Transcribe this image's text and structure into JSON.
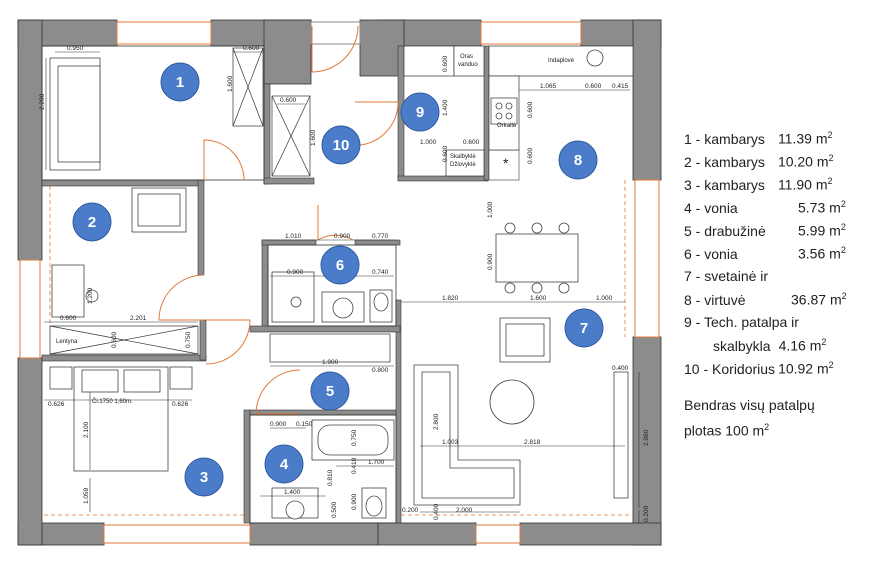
{
  "rooms": [
    {
      "number": "1",
      "name": "kambarys",
      "area": "11.39"
    },
    {
      "number": "2",
      "name": "kambarys",
      "area": "10.20"
    },
    {
      "number": "3",
      "name": "kambarys",
      "area": "11.90"
    },
    {
      "number": "4",
      "name": "vonia",
      "area": "5.73"
    },
    {
      "number": "5",
      "name": "drabužinė",
      "area": "5.99"
    },
    {
      "number": "6",
      "name": "vonia",
      "area": "3.56"
    },
    {
      "number": "7",
      "name": "svetainė ir",
      "area": ""
    },
    {
      "number": "8",
      "name": "virtuvė",
      "area": "36.87"
    },
    {
      "number": "9",
      "name": "Tech. patalpa ir",
      "area": ""
    },
    {
      "number": "",
      "name": "skalbykla",
      "area": "4.16"
    },
    {
      "number": "10",
      "name": "Koridorius",
      "area": "10.92"
    }
  ],
  "area_unit": "m",
  "area_unit_sup": "2",
  "total_line1": "Bendras visų patalpų",
  "total_line2": "plotas 100 m",
  "labels": {
    "oras_vanduo_1": "Oras",
    "oras_vanduo_2": "vanduo",
    "indaplove": "Indaplovė",
    "orkaite": "Orkaitė",
    "skalbykle_1": "Skalbyklė",
    "skalbykle_2": "Džiovyklė",
    "lentyna": "Lentyna",
    "bed": "Či.1750 1,60m.",
    "star": "*"
  },
  "dimensions": {
    "d0950": "0.950",
    "d0600a": "0.600",
    "d2200": "2.200",
    "d1600a": "1.600",
    "d0600b": "0.600",
    "d1600b": "1.600",
    "d0600c": "0.600",
    "d1400a": "1.400",
    "d1000a": "1.000",
    "d0600d": "0.600",
    "d0600e": "0.600",
    "d1065": "1.065",
    "d0600f": "0.600",
    "d0415": "0.415",
    "d0600g": "0.600",
    "d0600h": "0.600",
    "d1010": "1.010",
    "d0900a": "0.900",
    "d0770": "0.770",
    "d0900b": "0.900",
    "d0740": "0.740",
    "d1000b": "1.000",
    "d0900c": "0.900",
    "d1820": "1.820",
    "d1600c": "1.600",
    "d1000c": "1.000",
    "d0600i": "0.600",
    "d2201": "2.201",
    "d1200": "1.200",
    "d0600j": "0.600",
    "d0750a": "0.750",
    "d1900": "1.900",
    "d0800": "0.800",
    "d0400a": "0.400",
    "d0626a": "0.626",
    "d0626b": "0.626",
    "d2100": "2.100",
    "d1059": "1.059",
    "d0900d": "0.900",
    "d0150": "0.150",
    "d0750b": "0.750",
    "d0410": "0.410",
    "d1700": "1.700",
    "d0810": "0.810",
    "d1400b": "1.400",
    "d0500": "0.500",
    "d0900e": "0.900",
    "d1003": "1.003",
    "d2818": "2.818",
    "d2800": "2.800",
    "d0200": "0.200",
    "d0400b": "0.400",
    "d2000": "2.000",
    "d2980": "2.980",
    "d0200b": "0.200"
  }
}
